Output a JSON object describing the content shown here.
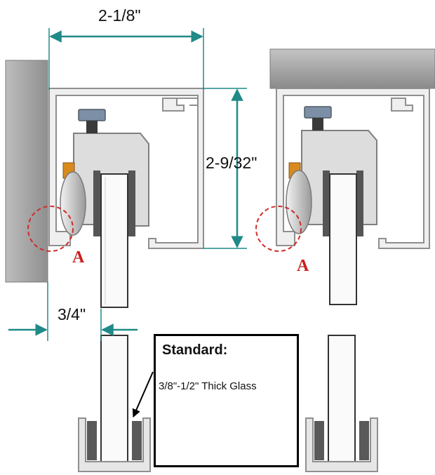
{
  "dimensions": {
    "overall_width": "2-1/8\"",
    "overall_height": "2-9/32\"",
    "offset": "3/4\""
  },
  "callouts": {
    "left_detail": "A",
    "right_detail": "A"
  },
  "note": {
    "title": "Standard:",
    "text": "3/8\"-1/2\" Thick Glass"
  },
  "colors": {
    "dimension_line": "#1f8a87",
    "callout": "#c81e1e",
    "profile_fill": "#eeeeee",
    "profile_stroke": "#8f8f8f",
    "wall": "#a9a9a9",
    "bearing": "#d88a1e",
    "guide": "#595959"
  }
}
